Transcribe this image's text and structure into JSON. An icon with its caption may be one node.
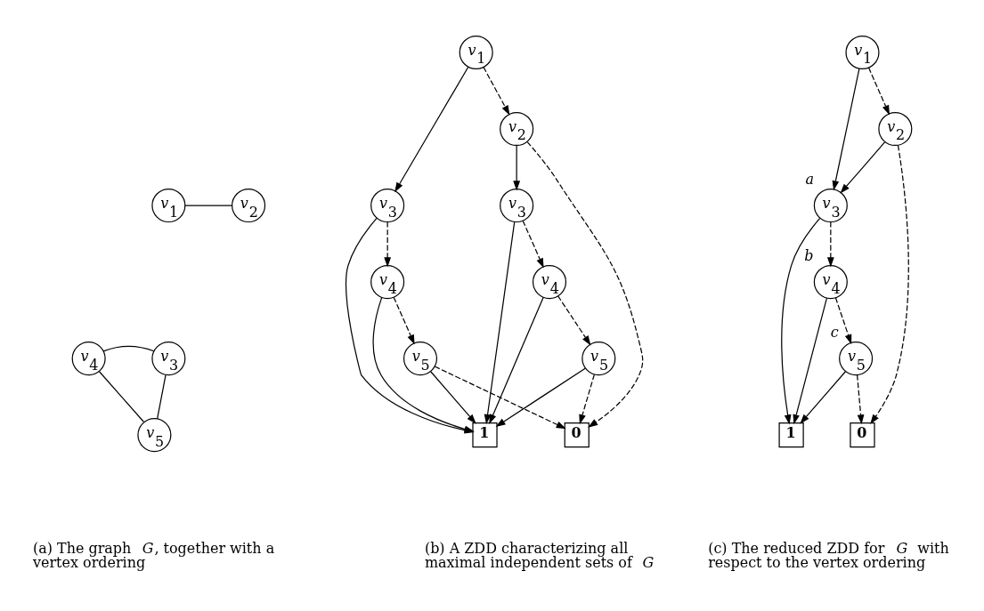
{
  "diagram": {
    "nodes": [
      {
        "text": [
          "*v*$_{1}$"
        ]
      },
      {
        "text": [
          "*v*$_{2}$"
        ]
      },
      {
        "text": [
          "*v*$_{3}$"
        ]
      },
      {
        "text": [
          "*v*$_{4}$"
        ]
      },
      {
        "text": [
          "*v*$_{5}$"
        ]
      },
      {
        "text": [
          "*v*$_{1}$"
        ]
      },
      {
        "text": [
          "*v*$_{2}$"
        ]
      },
      {
        "text": [
          "*v*$_{3}$"
        ]
      },
      {
        "text": [
          "*v*$_{3}$"
        ]
      },
      {
        "text": [
          "*v*$_{4}$"
        ]
      },
      {
        "text": [
          "*v*$_{4}$"
        ]
      },
      {
        "text": [
          "*v*$_{5}$"
        ]
      },
      {
        "text": [
          "*v*$_{5}$"
        ]
      },
      {
        "text": [
          "1"
        ]
      },
      {
        "text": [
          "0"
        ]
      },
      {
        "text": [
          "*v*$_{1}$"
        ]
      },
      {
        "text": [
          "*v*$_{2}$"
        ]
      },
      {
        "text": [
          "*v*$_{3}$"
        ],
        "beside": [
          "*a*"
        ]
      },
      {
        "text": [
          "*v*$_{4}$"
        ],
        "beside": [
          "*b*"
        ]
      },
      {
        "text": [
          "*v*$_{5}$"
        ],
        "beside": [
          "*c*"
        ]
      },
      {
        "text": [
          "1"
        ]
      },
      {
        "text": [
          "0"
        ]
      }
    ],
    "edges": [
      {
        "from": 0,
        "to": 1,
        "arrow": "none"
      },
      {
        "from": 2,
        "to": 3,
        "arrow": "none"
      },
      {
        "from": 2,
        "to": 4,
        "arrow": "none"
      },
      {
        "from": 3,
        "to": 4,
        "arrow": "none"
      },
      {
        "from": 5,
        "to": 7,
        "arrow": "to"
      },
      {
        "from": 5,
        "to": 6,
        "arrow": "to",
        "style": "dashed"
      },
      {
        "from": 6,
        "to": 8,
        "arrow": "to"
      },
      {
        "from": 6,
        "to": 14,
        "arrow": "to",
        "style": "dashed"
      },
      {
        "from": 7,
        "to": 13,
        "arrow": "to"
      },
      {
        "from": 7,
        "to": 9,
        "arrow": "to",
        "style": "dashed"
      },
      {
        "from": 8,
        "to": 13,
        "arrow": "to"
      },
      {
        "from": 8,
        "to": 10,
        "arrow": "to",
        "style": "dashed"
      },
      {
        "from": 9,
        "to": 13,
        "arrow": "to"
      },
      {
        "from": 9,
        "to": 11,
        "arrow": "to",
        "style": "dashed"
      },
      {
        "from": 10,
        "to": 13,
        "arrow": "to"
      },
      {
        "from": 10,
        "to": 12,
        "arrow": "to",
        "style": "dashed"
      },
      {
        "from": 11,
        "to": 13,
        "arrow": "to"
      },
      {
        "from": 11,
        "to": 14,
        "arrow": "to",
        "style": "dashed"
      },
      {
        "from": 12,
        "to": 13,
        "arrow": "to"
      },
      {
        "from": 12,
        "to": 14,
        "arrow": "to",
        "style": "dashed"
      },
      {
        "from": 15,
        "to": 17,
        "arrow": "to"
      },
      {
        "from": 15,
        "to": 16,
        "arrow": "to",
        "style": "dashed"
      },
      {
        "from": 16,
        "to": 17,
        "arrow": "to"
      },
      {
        "from": 16,
        "to": 21,
        "arrow": "to",
        "style": "dashed"
      },
      {
        "from": 17,
        "to": 20,
        "arrow": "to"
      },
      {
        "from": 17,
        "to": 18,
        "arrow": "to",
        "style": "dashed"
      },
      {
        "from": 18,
        "to": 20,
        "arrow": "to"
      },
      {
        "from": 18,
        "to": 19,
        "arrow": "to",
        "style": "dashed"
      },
      {
        "from": 19,
        "to": 20,
        "arrow": "to"
      },
      {
        "from": 19,
        "to": 21,
        "arrow": "to",
        "style": "dashed"
      }
    ],
    "labels": [
      "(a) The graph *G*, together with a vertex ordering",
      "(b) A ZDD characterizing all maximal independent sets of *G*",
      "(c) The reduced ZDD for *G* with respect to the vertex ordering"
    ]
  }
}
